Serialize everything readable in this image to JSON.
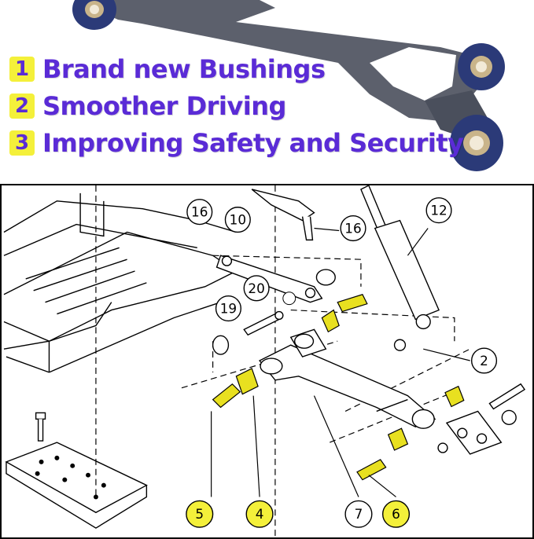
{
  "features": [
    {
      "number": "1",
      "label": "Brand new Bushings"
    },
    {
      "number": "2",
      "label": "Smoother Driving"
    },
    {
      "number": "3",
      "label": "Improving Safety and Security"
    }
  ],
  "callouts": {
    "c16a": "16",
    "c10": "10",
    "c16b": "16",
    "c12": "12",
    "c20": "20",
    "c19": "19",
    "c2": "2",
    "c5": "5",
    "c4": "4",
    "c7": "7",
    "c6": "6"
  },
  "colors": {
    "feature_text": "#5a2bd6",
    "badge": "#f4f03a",
    "bushing": "#e8e020",
    "arm": "#4a4f5c"
  }
}
